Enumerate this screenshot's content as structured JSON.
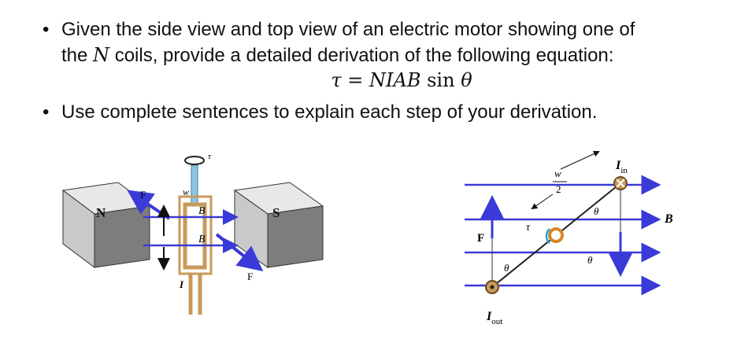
{
  "bullets": [
    {
      "pre": "Given the side view and top view of an electric motor showing one of",
      "line2_pre": "the ",
      "var": "N",
      "line2_post": " coils, provide a detailed derivation of the following equation:"
    },
    {
      "text": "Use complete sentences to explain each step of your derivation."
    }
  ],
  "equation": {
    "lhs": "τ = NIAB",
    "func": "sin",
    "arg": "θ"
  },
  "side_view": {
    "north": "N",
    "south": "S",
    "field1": "B",
    "field2": "B",
    "force_top": "F",
    "force_bottom": "F",
    "current": "I",
    "width": "w",
    "torque": "τ"
  },
  "top_view": {
    "force": "F",
    "field": "B",
    "i_in": "I",
    "i_in_sub": "in",
    "i_out": "I",
    "i_out_sub": "out",
    "tau": "τ",
    "theta1": "θ",
    "theta2": "θ",
    "theta3": "θ",
    "w": "w",
    "two": "2"
  }
}
